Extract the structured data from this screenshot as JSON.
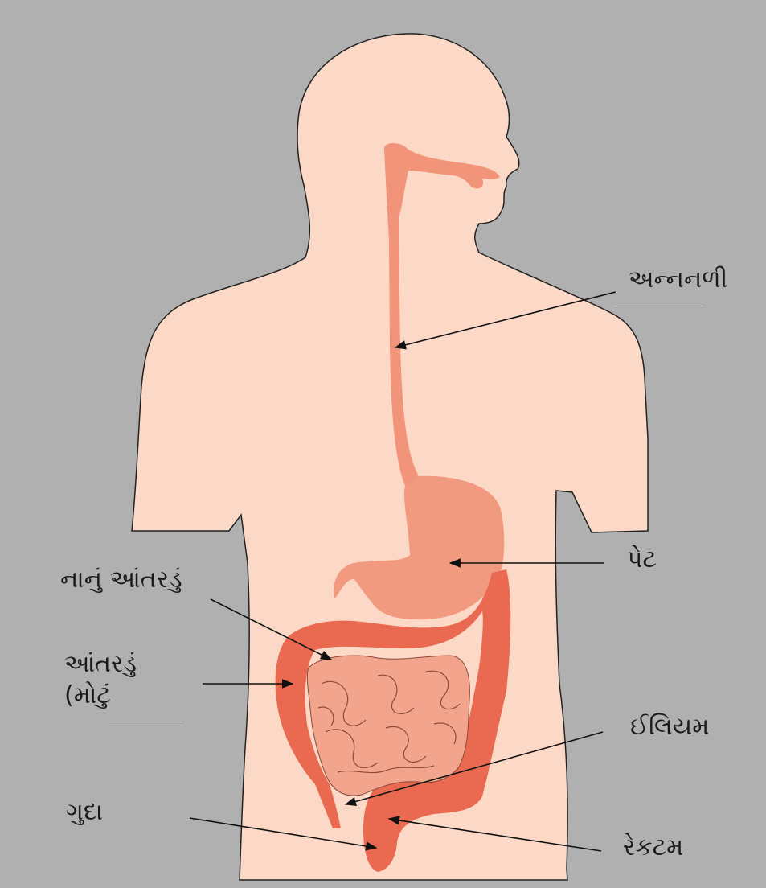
{
  "colors": {
    "background": "#b0b0b0",
    "skin": "#fbd9c6",
    "esophagus": "#f2947a",
    "stomach": "#f29a80",
    "large_intestine": "#e96a50",
    "small_intestine": "#f2a48c"
  },
  "labels": {
    "esophagus": "અન્નનળી",
    "stomach": "પેટ",
    "small_intestine": "નાનું આંતરડું",
    "large_intestine_line1": "આંતરડું",
    "large_intestine_line2": "(મોટું",
    "ileum": "ઈલિયમ",
    "anus": "ગુદા",
    "rectum": "રેકટમ"
  }
}
